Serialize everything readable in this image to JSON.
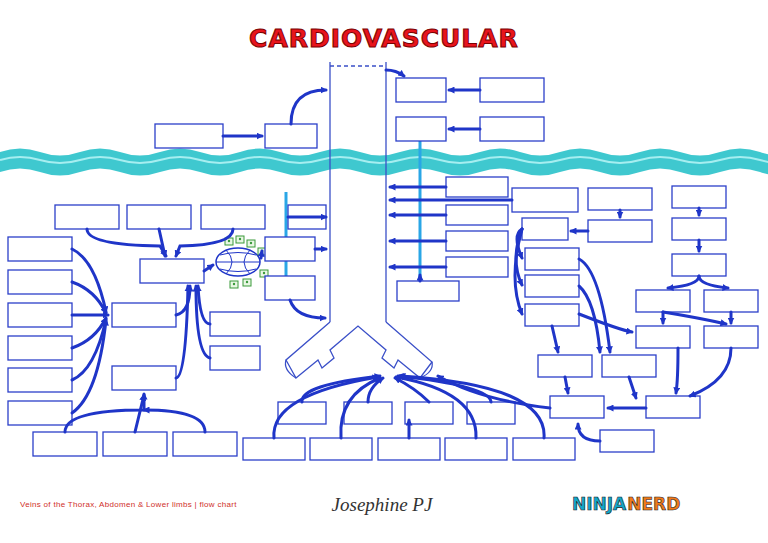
{
  "diagram": {
    "title": "CARDIOVASCULAR",
    "caption": "Veins of the Thorax, Abdomen & Lower limbs | flow chart",
    "labels": [
      "Josephine PJ",
      "NINJA",
      "NERD"
    ]
  }
}
